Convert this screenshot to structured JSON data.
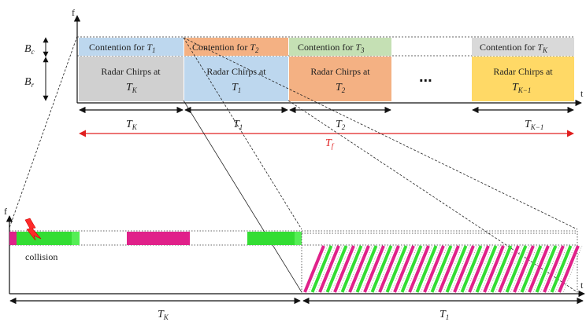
{
  "colors": {
    "contention_blue": "#bdd7ee",
    "contention_orange": "#f4b183",
    "contention_green": "#c5e0b4",
    "contention_gray": "#d9d9d9",
    "chirp_gray": "#d0d0d0",
    "chirp_blue": "#bdd7ee",
    "chirp_orange": "#f4b183",
    "chirp_yellow": "#ffd966",
    "magenta": "#e0218a",
    "green": "#33dd33",
    "red": "#e02020"
  },
  "top": {
    "axis_f": "f",
    "axis_t": "t",
    "Bc": {
      "main": "B",
      "sub": "c"
    },
    "Br": {
      "main": "B",
      "sub": "r"
    },
    "contention_prefix": "Contention for",
    "contention": [
      {
        "main": "T",
        "sub": "1"
      },
      {
        "main": "T",
        "sub": "2"
      },
      {
        "main": "T",
        "sub": "3"
      },
      {
        "main": "T",
        "sub": "K"
      }
    ],
    "chirp_prefix": "Radar Chirps at",
    "chirps": [
      {
        "main": "T",
        "sub": "K"
      },
      {
        "main": "T",
        "sub": "1"
      },
      {
        "main": "T",
        "sub": "2"
      },
      {
        "main": "T",
        "sub": "K−1"
      }
    ],
    "ellipsis": "...",
    "durations": [
      {
        "main": "T",
        "sub": "K"
      },
      {
        "main": "T",
        "sub": "1"
      },
      {
        "main": "T",
        "sub": "2"
      },
      {
        "main": "T",
        "sub": "K−1"
      }
    ],
    "frame": {
      "main": "T",
      "sub": "f"
    }
  },
  "bottom": {
    "axis_f": "f",
    "axis_t": "t",
    "collision": "collision",
    "durations": [
      {
        "main": "T",
        "sub": "K"
      },
      {
        "main": "T",
        "sub": "1"
      }
    ]
  }
}
